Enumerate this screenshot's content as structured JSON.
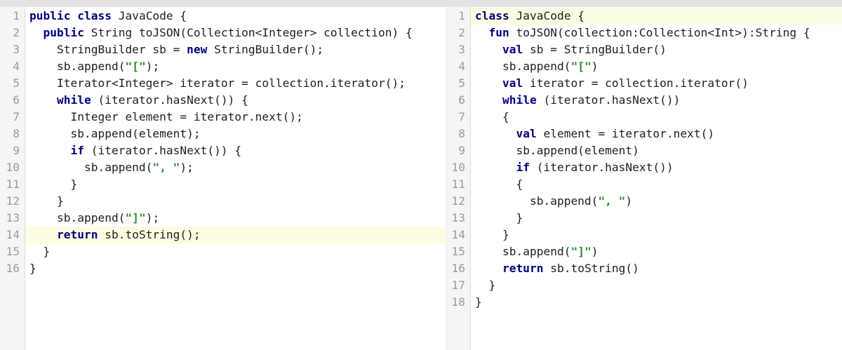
{
  "colors": {
    "keyword": "#000080",
    "string": "#2f8a2f",
    "text": "#1e1e1e",
    "line_number": "#9a9a9a",
    "gutter_bg": "#f5f5f5",
    "highlight_bg": "#fdfce1",
    "top_bar": "#e3e3e3"
  },
  "panes": [
    {
      "name": "java",
      "highlighted_line": 14,
      "lines": [
        {
          "n": "1",
          "tokens": [
            {
              "t": "kw",
              "v": "public"
            },
            {
              "t": "p",
              "v": " "
            },
            {
              "t": "kw",
              "v": "class"
            },
            {
              "t": "p",
              "v": " JavaCode {"
            }
          ]
        },
        {
          "n": "2",
          "tokens": [
            {
              "t": "p",
              "v": "  "
            },
            {
              "t": "kw",
              "v": "public"
            },
            {
              "t": "p",
              "v": " String toJSON(Collection<Integer> collection) {"
            }
          ]
        },
        {
          "n": "3",
          "tokens": [
            {
              "t": "p",
              "v": "    StringBuilder sb = "
            },
            {
              "t": "kw",
              "v": "new"
            },
            {
              "t": "p",
              "v": " StringBuilder();"
            }
          ]
        },
        {
          "n": "4",
          "tokens": [
            {
              "t": "p",
              "v": "    sb.append("
            },
            {
              "t": "str",
              "v": "\"[\""
            },
            {
              "t": "p",
              "v": ");"
            }
          ]
        },
        {
          "n": "5",
          "tokens": [
            {
              "t": "p",
              "v": "    Iterator<Integer> iterator = collection.iterator();"
            }
          ]
        },
        {
          "n": "6",
          "tokens": [
            {
              "t": "p",
              "v": "    "
            },
            {
              "t": "kw",
              "v": "while"
            },
            {
              "t": "p",
              "v": " (iterator.hasNext()) {"
            }
          ]
        },
        {
          "n": "7",
          "tokens": [
            {
              "t": "p",
              "v": "      Integer element = iterator.next();"
            }
          ]
        },
        {
          "n": "8",
          "tokens": [
            {
              "t": "p",
              "v": "      sb.append(element);"
            }
          ]
        },
        {
          "n": "9",
          "tokens": [
            {
              "t": "p",
              "v": "      "
            },
            {
              "t": "kw",
              "v": "if"
            },
            {
              "t": "p",
              "v": " (iterator.hasNext()) {"
            }
          ]
        },
        {
          "n": "10",
          "tokens": [
            {
              "t": "p",
              "v": "        sb.append("
            },
            {
              "t": "str",
              "v": "\", \""
            },
            {
              "t": "p",
              "v": ");"
            }
          ]
        },
        {
          "n": "11",
          "tokens": [
            {
              "t": "p",
              "v": "      }"
            }
          ]
        },
        {
          "n": "12",
          "tokens": [
            {
              "t": "p",
              "v": "    }"
            }
          ]
        },
        {
          "n": "13",
          "tokens": [
            {
              "t": "p",
              "v": "    sb.append("
            },
            {
              "t": "str",
              "v": "\"]\""
            },
            {
              "t": "p",
              "v": ");"
            }
          ]
        },
        {
          "n": "14",
          "tokens": [
            {
              "t": "p",
              "v": "    "
            },
            {
              "t": "kw",
              "v": "return"
            },
            {
              "t": "p",
              "v": " sb.toString();"
            }
          ]
        },
        {
          "n": "15",
          "tokens": [
            {
              "t": "p",
              "v": "  }"
            }
          ]
        },
        {
          "n": "16",
          "tokens": [
            {
              "t": "p",
              "v": "}"
            }
          ]
        }
      ]
    },
    {
      "name": "kotlin",
      "highlighted_line": 1,
      "lines": [
        {
          "n": "1",
          "tokens": [
            {
              "t": "kw",
              "v": "class"
            },
            {
              "t": "p",
              "v": " JavaCode {"
            }
          ]
        },
        {
          "n": "2",
          "tokens": [
            {
              "t": "p",
              "v": "  "
            },
            {
              "t": "kw",
              "v": "fun"
            },
            {
              "t": "p",
              "v": " toJSON(collection:Collection<Int>):String {"
            }
          ]
        },
        {
          "n": "3",
          "tokens": [
            {
              "t": "p",
              "v": "    "
            },
            {
              "t": "kw",
              "v": "val"
            },
            {
              "t": "p",
              "v": " sb = StringBuilder()"
            }
          ]
        },
        {
          "n": "4",
          "tokens": [
            {
              "t": "p",
              "v": "    sb.append("
            },
            {
              "t": "str",
              "v": "\"[\""
            },
            {
              "t": "p",
              "v": ")"
            }
          ]
        },
        {
          "n": "5",
          "tokens": [
            {
              "t": "p",
              "v": "    "
            },
            {
              "t": "kw",
              "v": "val"
            },
            {
              "t": "p",
              "v": " iterator = collection.iterator()"
            }
          ]
        },
        {
          "n": "6",
          "tokens": [
            {
              "t": "p",
              "v": "    "
            },
            {
              "t": "kw",
              "v": "while"
            },
            {
              "t": "p",
              "v": " (iterator.hasNext())"
            }
          ]
        },
        {
          "n": "7",
          "tokens": [
            {
              "t": "p",
              "v": "    {"
            }
          ]
        },
        {
          "n": "8",
          "tokens": [
            {
              "t": "p",
              "v": "      "
            },
            {
              "t": "kw",
              "v": "val"
            },
            {
              "t": "p",
              "v": " element = iterator.next()"
            }
          ]
        },
        {
          "n": "9",
          "tokens": [
            {
              "t": "p",
              "v": "      sb.append(element)"
            }
          ]
        },
        {
          "n": "10",
          "tokens": [
            {
              "t": "p",
              "v": "      "
            },
            {
              "t": "kw",
              "v": "if"
            },
            {
              "t": "p",
              "v": " (iterator.hasNext())"
            }
          ]
        },
        {
          "n": "11",
          "tokens": [
            {
              "t": "p",
              "v": "      {"
            }
          ]
        },
        {
          "n": "12",
          "tokens": [
            {
              "t": "p",
              "v": "        sb.append("
            },
            {
              "t": "str",
              "v": "\", \""
            },
            {
              "t": "p",
              "v": ")"
            }
          ]
        },
        {
          "n": "13",
          "tokens": [
            {
              "t": "p",
              "v": "      }"
            }
          ]
        },
        {
          "n": "14",
          "tokens": [
            {
              "t": "p",
              "v": "    }"
            }
          ]
        },
        {
          "n": "15",
          "tokens": [
            {
              "t": "p",
              "v": "    sb.append("
            },
            {
              "t": "str",
              "v": "\"]\""
            },
            {
              "t": "p",
              "v": ")"
            }
          ]
        },
        {
          "n": "16",
          "tokens": [
            {
              "t": "p",
              "v": "    "
            },
            {
              "t": "kw",
              "v": "return"
            },
            {
              "t": "p",
              "v": " sb.toString()"
            }
          ]
        },
        {
          "n": "17",
          "tokens": [
            {
              "t": "p",
              "v": "  }"
            }
          ]
        },
        {
          "n": "18",
          "tokens": [
            {
              "t": "p",
              "v": "}"
            }
          ]
        }
      ]
    }
  ]
}
